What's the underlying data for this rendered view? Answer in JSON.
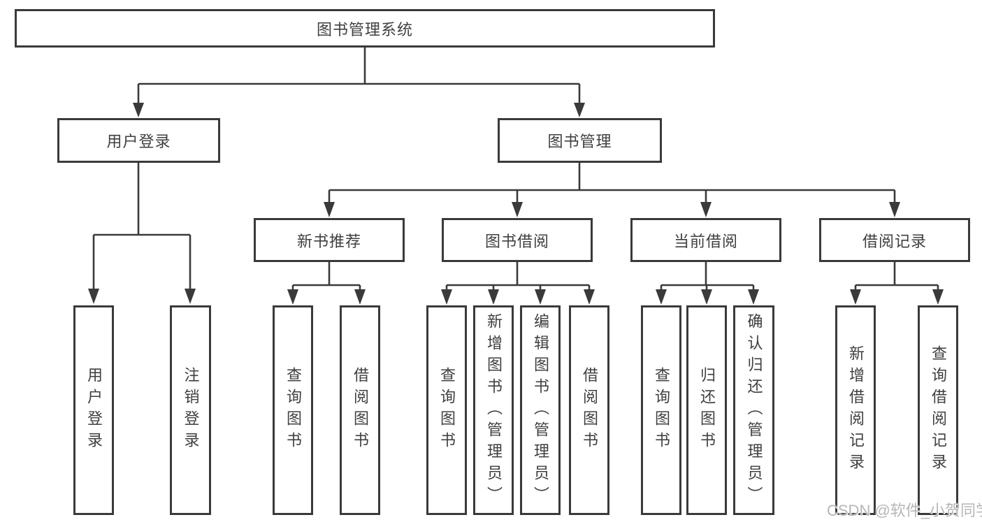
{
  "diagram_title": "图书管理系统",
  "nodes": {
    "root": {
      "label": "图书管理系统"
    },
    "user_login": {
      "label": "用户登录"
    },
    "book_mgmt": {
      "label": "图书管理"
    },
    "new_book_rec": {
      "label": "新书推荐"
    },
    "book_borrow": {
      "label": "图书借阅"
    },
    "current_borrow": {
      "label": "当前借阅"
    },
    "borrow_records": {
      "label": "借阅记录"
    },
    "leaf_user_login": {
      "label": "用户登录"
    },
    "leaf_logout": {
      "label": "注销登录"
    },
    "leaf_query_book_1": {
      "label": "查询图书"
    },
    "leaf_borrow_book_1": {
      "label": "借阅图书"
    },
    "leaf_query_book_2": {
      "label": "查询图书"
    },
    "leaf_add_book": {
      "label": "新增图书（管理员）"
    },
    "leaf_edit_book": {
      "label": "编辑图书（管理员）"
    },
    "leaf_borrow_book_2": {
      "label": "借阅图书"
    },
    "leaf_query_book_3": {
      "label": "查询图书"
    },
    "leaf_return_book": {
      "label": "归还图书"
    },
    "leaf_confirm_return": {
      "label": "确认归还（管理员）"
    },
    "leaf_add_record": {
      "label": "新增借阅记录"
    },
    "leaf_query_record": {
      "label": "查询借阅记录"
    }
  },
  "hierarchy": {
    "root": [
      "user_login",
      "book_mgmt"
    ],
    "user_login": [
      "leaf_user_login",
      "leaf_logout"
    ],
    "book_mgmt": [
      "new_book_rec",
      "book_borrow",
      "current_borrow",
      "borrow_records"
    ],
    "new_book_rec": [
      "leaf_query_book_1",
      "leaf_borrow_book_1"
    ],
    "book_borrow": [
      "leaf_query_book_2",
      "leaf_add_book",
      "leaf_edit_book",
      "leaf_borrow_book_2"
    ],
    "current_borrow": [
      "leaf_query_book_3",
      "leaf_return_book",
      "leaf_confirm_return"
    ],
    "borrow_records": [
      "leaf_add_record",
      "leaf_query_record"
    ]
  },
  "watermark": {
    "text": "CSDN @软件_小贺同学"
  },
  "colors": {
    "line": "#3a3a3a",
    "text": "#3f3f3f",
    "background": "#ffffff",
    "watermark": "#b6b6b6"
  }
}
